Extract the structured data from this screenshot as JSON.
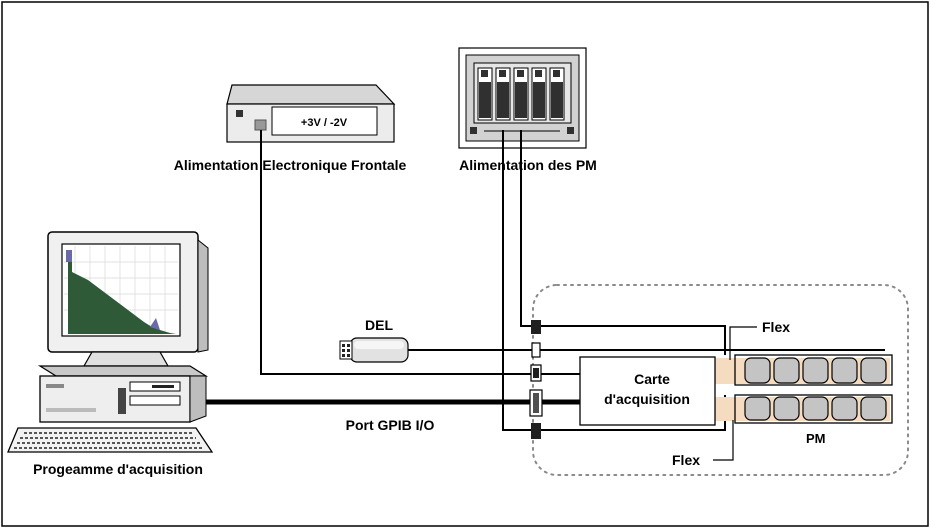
{
  "labels": {
    "front_supply": "Alimentation Electronique Frontale",
    "front_supply_voltage": "+3V / -2V",
    "pm_supply": "Alimentation des PM",
    "del": "DEL",
    "flex_top": "Flex",
    "flex_bottom": "Flex",
    "card_line1": "Carte",
    "card_line2": "d'acquisition",
    "gpib": "Port GPIB I/O",
    "pm": "PM",
    "program": "Progeamme d'acquisition"
  },
  "pm_tubes_per_row": 5,
  "colors": {
    "line": "#000000",
    "flex_band": "#f5dcc0",
    "pm_fill": "#c4c4c4",
    "screen_plot": "#2f5a37",
    "dashed_enclosure": "#8a8a8a"
  }
}
